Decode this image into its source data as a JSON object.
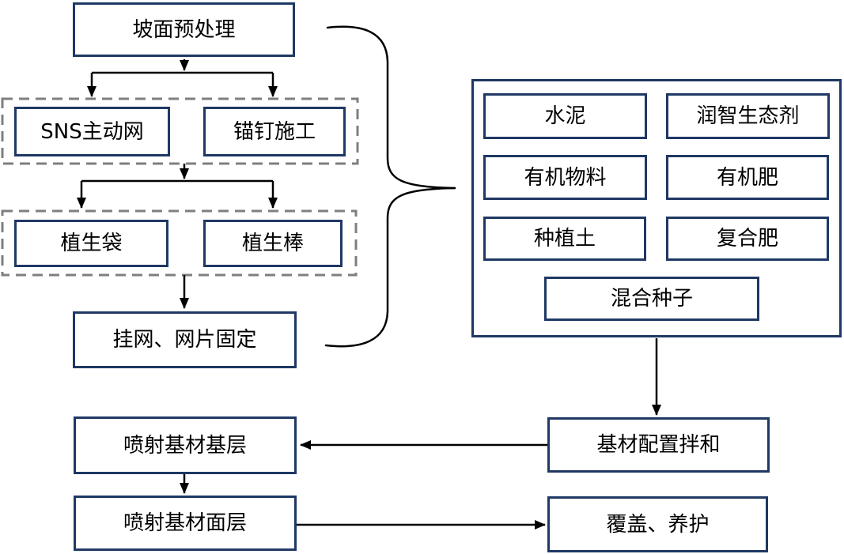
{
  "diagram": {
    "type": "flowchart",
    "language": "zh-CN",
    "nodes": {
      "slope_pretreatment": "坡面预处理",
      "sns_active_net": "SNS主动网",
      "anchor_bolt_construction": "锚钉施工",
      "vegetation_bag": "植生袋",
      "vegetation_rod": "植生棒",
      "net_hanging_fixing": "挂网、网片固定",
      "cement": "水泥",
      "runzhi_eco_agent": "润智生态剂",
      "organic_material": "有机物料",
      "organic_fertilizer": "有机肥",
      "planting_soil": "种植土",
      "compound_fertilizer": "复合肥",
      "mixed_seeds": "混合种子",
      "substrate_preparation_mixing": "基材配置拌和",
      "spray_substrate_base_layer": "喷射基材基层",
      "spray_substrate_surface_layer": "喷射基材面层",
      "cover_maintenance": "覆盖、养护"
    },
    "edges": [
      "坡面预处理 -> SNS主动网",
      "坡面预处理 -> 锚钉施工",
      "SNS主动网/锚钉施工 -> 植生袋",
      "SNS主动网/锚钉施工 -> 植生棒",
      "植生袋/植生棒 -> 挂网、网片固定",
      "左侧流程 }(大括号) -> 材料组",
      "材料组 -> 基材配置拌和",
      "基材配置拌和 -> 喷射基材基层",
      "喷射基材基层 -> 喷射基材面层",
      "喷射基材面层 -> 覆盖、养护"
    ],
    "colors": {
      "box_border": "#1F3864",
      "dashed_group_border": "#7F7F7F",
      "connector": "#000000",
      "text": "#000000",
      "background": "#FFFFFF"
    }
  }
}
